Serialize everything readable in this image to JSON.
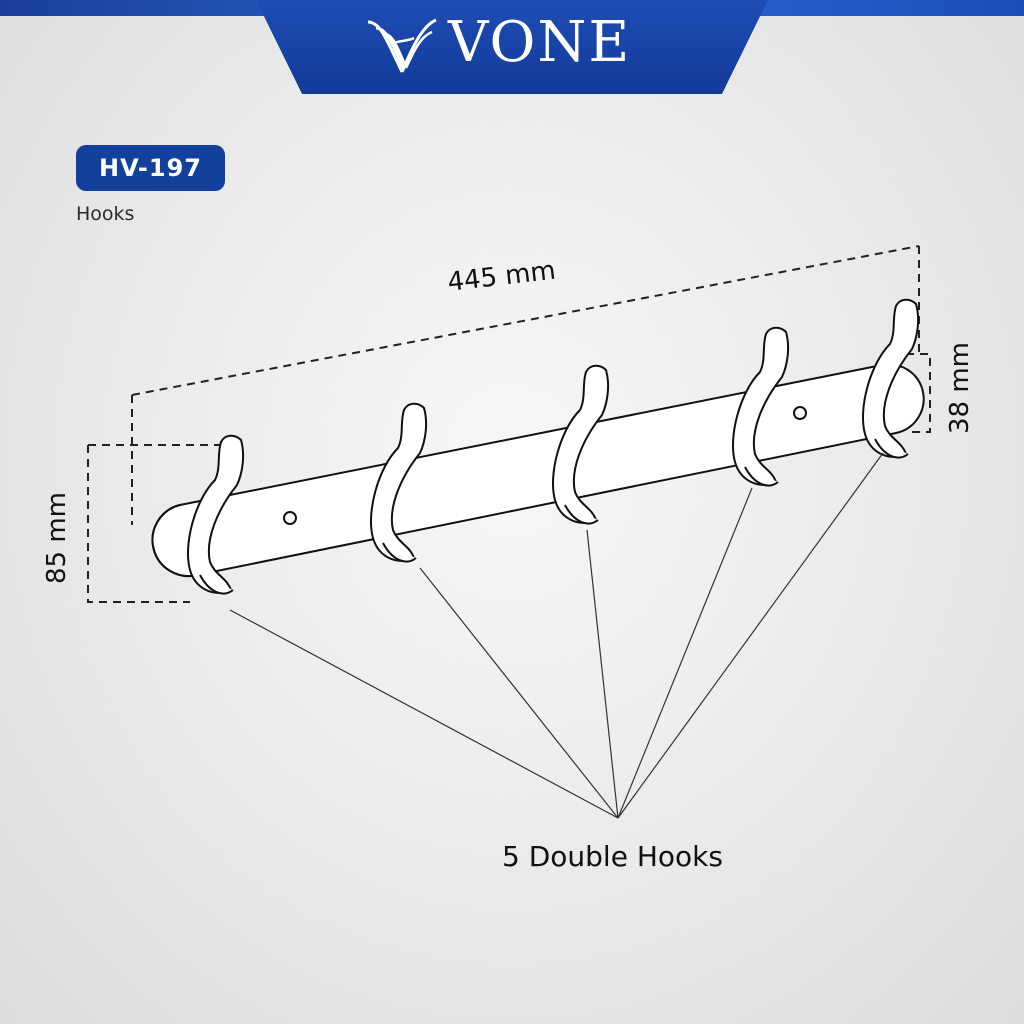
{
  "brand": {
    "name": "VONE",
    "logo_icon": "vone-wave-logo-icon",
    "colors": {
      "primary": "#13409c",
      "accent": "#2d68d6"
    }
  },
  "product": {
    "model": "HV-197",
    "category": "Hooks"
  },
  "dimensions": {
    "length": "445 mm",
    "height": "85 mm",
    "depth": "38 mm"
  },
  "callout": {
    "text": "5 Double Hooks"
  },
  "illustration": {
    "hook_count": 5,
    "hook_icon": "double-hook-icon"
  }
}
